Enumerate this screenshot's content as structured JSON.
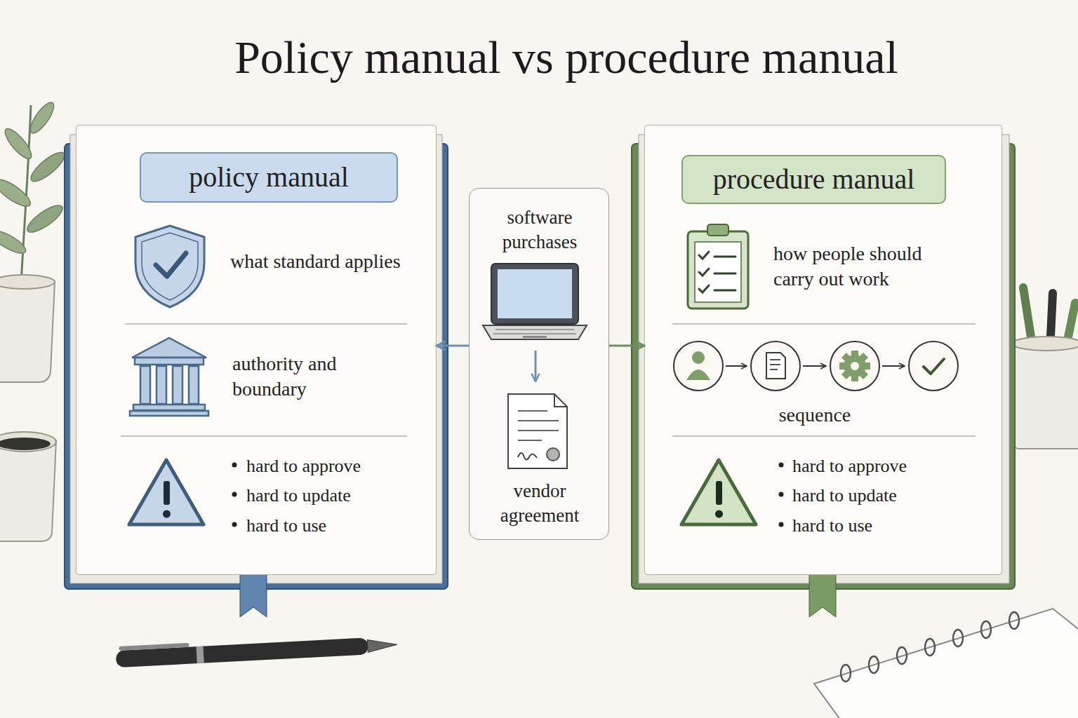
{
  "diagram": {
    "title": "Policy manual vs procedure manual",
    "nodes": [
      {
        "text": [
          "what standard applies",
          "authority and boundary",
          "hard to approve",
          "hard to update",
          "hard to use"
        ]
      },
      {
        "text": [
          "policy manual"
        ],
        "in": 0
      },
      {
        "text": [
          "software purchases",
          "vendor agreement"
        ]
      },
      {
        "text": [
          "how people should carry out work",
          "sequence",
          "hard to approve",
          "hard to update",
          "hard to use"
        ]
      },
      {
        "text": [
          "procedure manual"
        ],
        "in": 3
      }
    ],
    "edges": [
      {
        "from": 2,
        "to": 0,
        "arrow": "to"
      },
      {
        "from": 2,
        "to": 3,
        "arrow": "to"
      }
    ]
  }
}
